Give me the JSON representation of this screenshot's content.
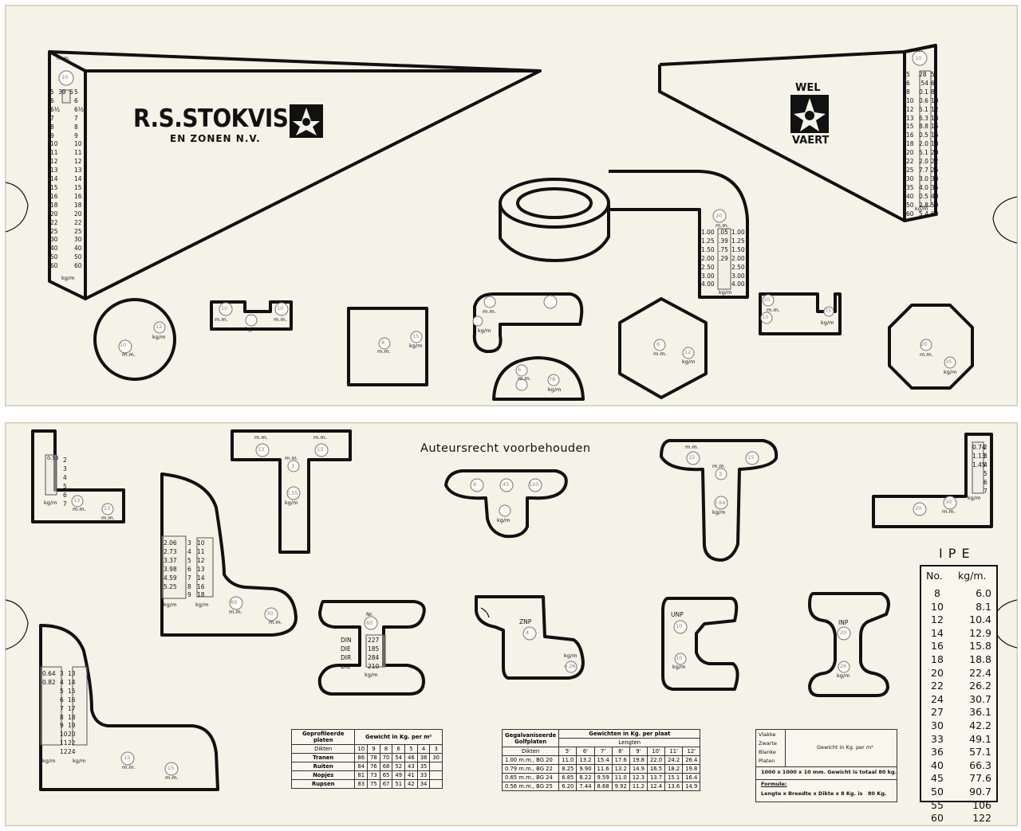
{
  "brand": {
    "company_main": "R.S.STOKVIS",
    "company_sub": "EN ZONEN N.V.",
    "motto_top": "WEL",
    "motto_bottom": "VAERT"
  },
  "copyright": "Auteursrecht voorbehouden",
  "units": {
    "mm": "m.m.",
    "kgm": "kg/m"
  },
  "left_wedge": {
    "rows": [
      "5",
      "6",
      "6½",
      "7",
      "8",
      "9",
      "10",
      "11",
      "12",
      "13",
      "14",
      "15",
      "16",
      "18",
      "20",
      "22",
      "25",
      "30",
      "40",
      "50",
      "60"
    ],
    "window_top": "39",
    "window_mid": "6",
    "top_hole": "10"
  },
  "right_wedge": {
    "rows": [
      "5",
      "6",
      "8",
      "10",
      "12",
      "13",
      "15",
      "16",
      "18",
      "20",
      "22",
      "25",
      "30",
      "35",
      "40",
      "50",
      "60"
    ],
    "right_rows": [
      "5'",
      "6",
      "8",
      "10",
      "12",
      "13",
      "15",
      "16",
      "18",
      "20",
      "22",
      "25",
      "30",
      "35",
      "40",
      "50",
      "60"
    ],
    "window_values": [
      "28",
      ".54",
      "0.1",
      "0.6",
      "5.1",
      "6.3",
      "8.8",
      "0.5",
      "2.0",
      "5.1",
      "2.0",
      "7.7",
      "3.0",
      "4.0",
      "0.5",
      "2.8",
      "5.4"
    ],
    "top_hole": "10"
  },
  "tube": {
    "rows": [
      "1.00",
      "1.25",
      "1.50",
      "2.00",
      "2.50",
      "3.00",
      "4.00"
    ],
    "window_values": [
      "",
      "",
      ".05",
      ".39",
      ".75",
      "",
      ".29"
    ],
    "top_hole": "20"
  },
  "round_bar": {
    "diameter": "10",
    "weight": "12"
  },
  "square_bar": {
    "side": "8",
    "weight": "15"
  },
  "hex_bar": {
    "side": "6",
    "weight": "12"
  },
  "oct_bar": {
    "side": "20",
    "weight": "35"
  },
  "half_round": {
    "side": "6",
    "weight": "78"
  },
  "flat_shape": {
    "a": "10",
    "b": "10"
  },
  "u_small": {
    "a": "10",
    "b": "10",
    "c": "75"
  },
  "angle_small": {
    "rows": [
      "2",
      "3",
      "4",
      "5",
      "6",
      "7"
    ],
    "window": "0.53",
    "hole1": "13",
    "hole2": "13"
  },
  "angle_small_right": {
    "rows": [
      "2",
      "3",
      "4",
      "5",
      "6",
      "7"
    ],
    "window_values": [
      "0.74",
      "1.13",
      "1.45"
    ],
    "hole1": "20",
    "hole2": "30"
  },
  "t_left": {
    "h1": "13",
    "h2": "13",
    "thickness": "3",
    "weight": "0.55"
  },
  "t_middle": {
    "a": "8",
    "b": "45",
    "c": "120"
  },
  "t_right": {
    "h1": "15",
    "h2": "15",
    "thickness": "3",
    "weight": "0.64"
  },
  "angle_large": {
    "rows_left": [
      "2.06",
      "2.73",
      "3.37",
      "3.98",
      "4.59",
      "5.25"
    ],
    "rows_mid": [
      "3",
      "4",
      "5",
      "6",
      "7",
      "8",
      "9"
    ],
    "rows_right": [
      "10",
      "11",
      "12",
      "13",
      "14",
      "16",
      "18"
    ],
    "hole1": "60",
    "hole2": "30"
  },
  "angle_bottom": {
    "rows_left": [
      "0.64",
      "0.82"
    ],
    "rows_mid": [
      "3",
      "4",
      "5",
      "6",
      "7",
      "8",
      "9",
      "10",
      "11",
      "12"
    ],
    "rows_right": [
      "13",
      "14",
      "15",
      "16",
      "17",
      "18",
      "19",
      "20",
      "22",
      "24"
    ],
    "hole1": "15",
    "hole2": "15"
  },
  "din": {
    "label": "Nr.",
    "nr": "60",
    "types": [
      "DIN",
      "DIE",
      "DIR",
      "DIL"
    ],
    "values": [
      "227",
      "185",
      "284",
      "210"
    ]
  },
  "znp": {
    "label": "ZNP",
    "value": "4",
    "weight": "4.26"
  },
  "unp": {
    "label": "UNP",
    "value": "10",
    "weight": "10"
  },
  "inp": {
    "label": "INP",
    "value": "20",
    "weight": "26"
  },
  "ipe": {
    "title": "I P E",
    "col_no": "No.",
    "col_kg": "kg/m.",
    "rows": [
      {
        "no": "8",
        "kg": "6.0"
      },
      {
        "no": "10",
        "kg": "8.1"
      },
      {
        "no": "12",
        "kg": "10.4"
      },
      {
        "no": "14",
        "kg": "12.9"
      },
      {
        "no": "16",
        "kg": "15.8"
      },
      {
        "no": "18",
        "kg": "18.8"
      },
      {
        "no": "20",
        "kg": "22.4"
      },
      {
        "no": "22",
        "kg": "26.2"
      },
      {
        "no": "24",
        "kg": "30.7"
      },
      {
        "no": "27",
        "kg": "36.1"
      },
      {
        "no": "30",
        "kg": "42.2"
      },
      {
        "no": "33",
        "kg": "49.1"
      },
      {
        "no": "36",
        "kg": "57.1"
      },
      {
        "no": "40",
        "kg": "66.3"
      },
      {
        "no": "45",
        "kg": "77.6"
      },
      {
        "no": "50",
        "kg": "90.7"
      },
      {
        "no": "55",
        "kg": "106"
      },
      {
        "no": "60",
        "kg": "122"
      }
    ]
  },
  "table_profiled": {
    "title": "Geprofileerde platen",
    "header": "Gewicht in Kg. per m²",
    "dikten_label": "Dikten",
    "dikten": [
      "10",
      "9",
      "8",
      "6",
      "5",
      "4",
      "3"
    ],
    "rows": [
      {
        "name": "Tranen",
        "values": [
          "86",
          "78",
          "70",
          "54",
          "46",
          "38",
          "30"
        ]
      },
      {
        "name": "Ruiten",
        "values": [
          "84",
          "76",
          "68",
          "52",
          "43",
          "35",
          ""
        ]
      },
      {
        "name": "Nopjes",
        "values": [
          "81",
          "73",
          "65",
          "49",
          "41",
          "33",
          ""
        ]
      },
      {
        "name": "Rupsen",
        "values": [
          "83",
          "75",
          "67",
          "51",
          "42",
          "34",
          ""
        ]
      }
    ]
  },
  "table_galvanized": {
    "title": "Gegalvaniseerde Golfplaten",
    "header": "Gewichten in Kg. per plaat",
    "lengths_label": "Lengten",
    "dikten_label": "Dikten",
    "lengths": [
      "5'",
      "6'",
      "7'",
      "8'",
      "9'",
      "10'",
      "11'",
      "12'"
    ],
    "rows": [
      {
        "name": "1.00 m.m., BG 20",
        "values": [
          "11.0",
          "13.2",
          "15.4",
          "17.6",
          "19.8",
          "22.0",
          "24.2",
          "26.4"
        ]
      },
      {
        "name": "0.79 m.m., BG 22",
        "values": [
          "8.25",
          "9.90",
          "11.6",
          "13.2",
          "14.9",
          "16.5",
          "18.2",
          "19.8"
        ]
      },
      {
        "name": "0.65 m.m., BG 24",
        "values": [
          "6.85",
          "8.22",
          "9.59",
          "11.0",
          "12.3",
          "13.7",
          "15.1",
          "16.4"
        ]
      },
      {
        "name": "0.56 m.m., BG 25",
        "values": [
          "6.20",
          "7.44",
          "8.68",
          "9.92",
          "11.2",
          "12.4",
          "13.6",
          "14.9"
        ]
      }
    ]
  },
  "table_flat": {
    "labels": [
      "Vlakke",
      "Zwarte",
      "Blanke",
      "Platen"
    ],
    "header": "Gewicht in Kg. per m²",
    "line1": "1000 x 1000 x 10 mm. Gewicht is totaal 80 kg.",
    "line2": "Formule:",
    "line3": "Lengte x Breedte x Dikte x 8 Kg. is",
    "line3_value": "80 Kg."
  }
}
